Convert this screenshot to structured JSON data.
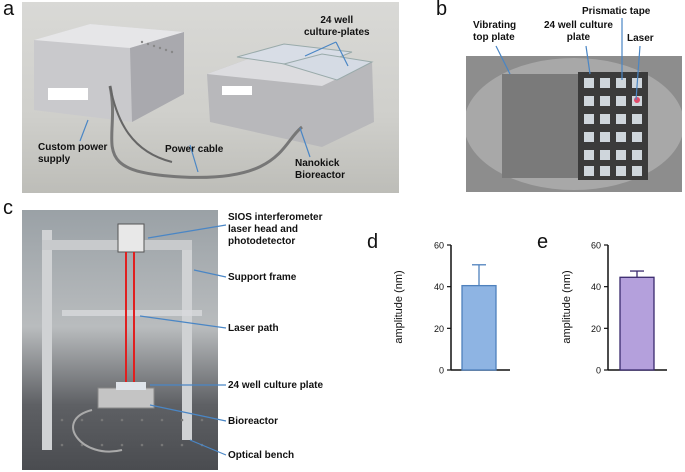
{
  "panels": {
    "a": {
      "letter": "a",
      "labels": {
        "plates": "24 well\nculture-plates",
        "power_supply": "Custom power\nsupply",
        "cable": "Power cable",
        "bioreactor": "Nanokick\nBioreactor"
      }
    },
    "b": {
      "letter": "b",
      "labels": {
        "vibrating": "Vibrating\ntop plate",
        "plate": "24 well culture\nplate",
        "tape": "Prismatic tape",
        "laser": "Laser"
      }
    },
    "c": {
      "letter": "c",
      "labels": {
        "sios": "SIOS interferometer\nlaser head and\nphotodetector",
        "frame": "Support frame",
        "laser_path": "Laser path",
        "plate": "24 well culture plate",
        "bioreactor": "Bioreactor",
        "bench": "Optical bench"
      }
    },
    "d": {
      "letter": "d"
    },
    "e": {
      "letter": "e"
    }
  },
  "chart_data": [
    {
      "type": "bar",
      "panel": "d",
      "categories": [
        ""
      ],
      "values": [
        40.5
      ],
      "error": [
        10
      ],
      "ylabel": "amplitude (nm)",
      "ylim": [
        0,
        60
      ],
      "yticks": [
        "0",
        "20",
        "40",
        "60"
      ],
      "color": "#8eb4e3",
      "edge": "#4f81bd"
    },
    {
      "type": "bar",
      "panel": "e",
      "categories": [
        ""
      ],
      "values": [
        44.5
      ],
      "error": [
        3
      ],
      "ylabel": "amplitude (nm)",
      "ylim": [
        0,
        60
      ],
      "yticks": [
        "0",
        "20",
        "40",
        "60"
      ],
      "color": "#b4a0dc",
      "edge": "#3a2a6e"
    }
  ]
}
